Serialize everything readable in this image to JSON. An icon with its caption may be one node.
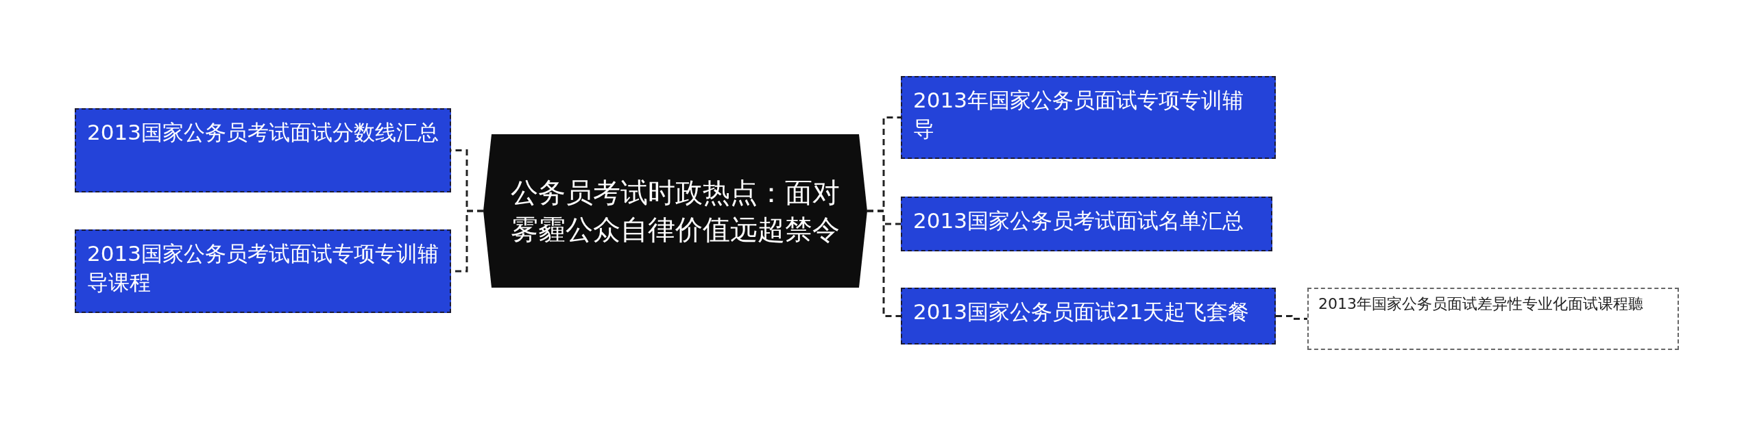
{
  "diagram": {
    "nodes": [
      {
        "text": [
          "公务员考试时政热点：面对雾霾公众自律价值远超禁令"
        ]
      },
      {
        "text": [
          "2013国家公务员考试面试分数线汇总"
        ]
      },
      {
        "text": [
          "2013国家公务员考试面试专项专训辅导课程"
        ]
      },
      {
        "text": [
          "2013年国家公务员面试专项专训辅导"
        ]
      },
      {
        "text": [
          "2013国家公务员考试面试名单汇总"
        ]
      },
      {
        "text": [
          "2013国家公务员面试21天起飞套餐"
        ]
      },
      {
        "text": [
          "2013年国家公务员面试差异性专业化面试课程聽"
        ]
      }
    ],
    "edges": [
      {
        "from": 0,
        "to": 1,
        "arrow": "none"
      },
      {
        "from": 0,
        "to": 2,
        "arrow": "none"
      },
      {
        "from": 0,
        "to": 3,
        "arrow": "none"
      },
      {
        "from": 0,
        "to": 4,
        "arrow": "none"
      },
      {
        "from": 0,
        "to": 5,
        "arrow": "none"
      },
      {
        "from": 5,
        "to": 6,
        "arrow": "none"
      }
    ]
  }
}
